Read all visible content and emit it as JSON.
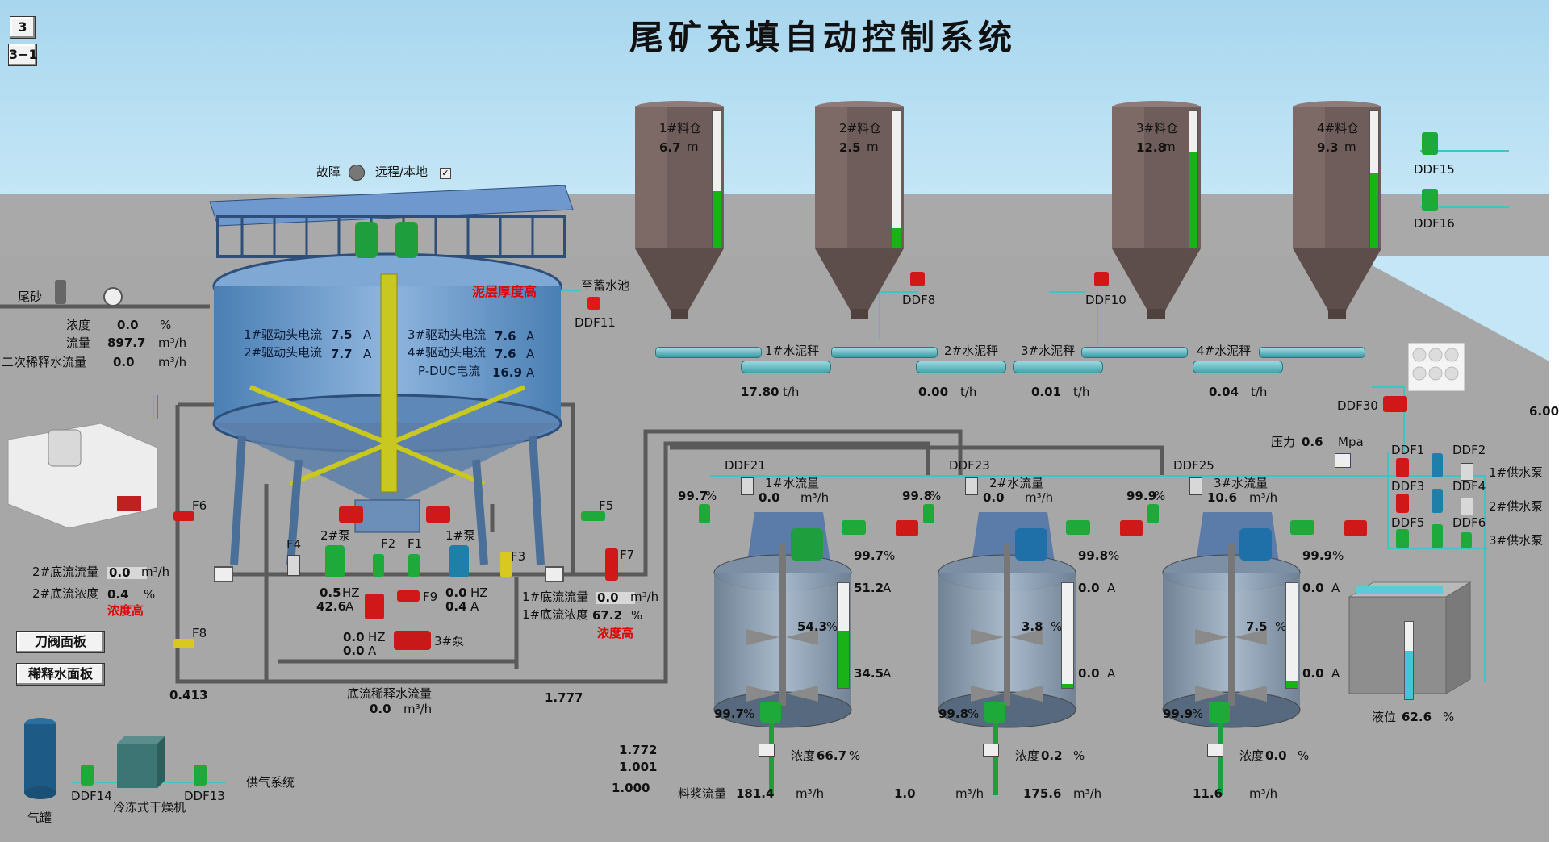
{
  "title": "尾矿充填自动控制系统",
  "nav": {
    "btn_3": "3",
    "btn_3_1": "3−1"
  },
  "panels": {
    "knife_valve": "刀阀面板",
    "dilution": "稀释水面板"
  },
  "thickener": {
    "fault_label": "故障",
    "remote_label": "远程/本地",
    "mud_alarm": "泥层厚度高",
    "drive1_label": "1#驱动头电流",
    "drive1_value": "7.5",
    "drive1_unit": "A",
    "drive2_label": "2#驱动头电流",
    "drive2_value": "7.7",
    "drive2_unit": "A",
    "drive3_label": "3#驱动头电流",
    "drive3_value": "7.6",
    "drive3_unit": "A",
    "drive4_label": "4#驱动头电流",
    "drive4_value": "7.6",
    "drive4_unit": "A",
    "pduc_label": "P-DUC电流",
    "pduc_value": "16.9",
    "pduc_unit": "A",
    "to_pool": "至蓄水池",
    "ddf11": "DDF11"
  },
  "feed": {
    "tailings_label": "尾砂",
    "conc_label": "浓度",
    "conc_value": "0.0",
    "conc_unit": "%",
    "flow_label": "流量",
    "flow_value": "897.7",
    "flow_unit": "m³/h",
    "dilution_label": "二次稀释水流量",
    "dilution_value": "0.0",
    "dilution_unit": "m³/h"
  },
  "underflow": {
    "f6": "F6",
    "f8": "F8",
    "f4": "F4",
    "f2": "F2",
    "f1": "F1",
    "f3": "F3",
    "f5": "F5",
    "f7": "F7",
    "f9": "F9",
    "pump2_label": "2#泵",
    "pump1_label": "1#泵",
    "pump3_label": "3#泵",
    "pump2_hz": "0.5",
    "pump2_a": "42.6",
    "pump1_hz": "0.0",
    "pump1_a": "0.4",
    "pump3_hz": "0.0",
    "pump3_a": "0.0",
    "hz_unit": "HZ",
    "a_unit": "A",
    "uf2_flow_label": "2#底流流量",
    "uf2_flow_value": "0.0",
    "uf2_flow_unit": "m³/h",
    "uf2_conc_label": "2#底流浓度",
    "uf2_conc_value": "0.4",
    "uf2_conc_unit": "%",
    "uf2_alarm": "浓度高",
    "uf1_flow_label": "1#底流流量",
    "uf1_flow_value": "0.0",
    "uf1_flow_unit": "m³/h",
    "uf1_conc_label": "1#底流浓度",
    "uf1_conc_value": "67.2",
    "uf1_conc_unit": "%",
    "uf1_alarm": "浓度高",
    "dil_label": "底流稀释水流量",
    "dil_value": "0.0",
    "dil_unit": "m³/h",
    "v_0413": "0.413",
    "v_1777": "1.777",
    "v_1772": "1.772",
    "v_1001": "1.001",
    "v_1000": "1.000"
  },
  "silos": [
    {
      "name": "1#料仓",
      "value": "6.7",
      "unit": "m",
      "level": 0.42
    },
    {
      "name": "2#料仓",
      "value": "2.5",
      "unit": "m",
      "level": 0.15
    },
    {
      "name": "3#料仓",
      "value": "12.8",
      "unit": "m",
      "level": 0.7
    },
    {
      "name": "4#料仓",
      "value": "9.3",
      "unit": "m",
      "level": 0.55
    }
  ],
  "scales": [
    {
      "name": "1#水泥秤",
      "value": "17.80",
      "unit": "t/h"
    },
    {
      "name": "2#水泥秤",
      "value": "0.00",
      "unit": "t/h"
    },
    {
      "name": "3#水泥秤",
      "value": "0.01",
      "unit": "t/h"
    },
    {
      "name": "4#水泥秤",
      "value": "0.04",
      "unit": "t/h"
    }
  ],
  "valves_top": {
    "ddf8": "DDF8",
    "ddf10": "DDF10",
    "ddf15": "DDF15",
    "ddf16": "DDF16",
    "ddf30": "DDF30",
    "side_value": "6.00"
  },
  "mixers": [
    {
      "ddf": "DDF21",
      "water_label": "1#水流量",
      "water_value": "0.0",
      "water_unit": "m³/h",
      "in_pct": "99.7",
      "out_pct": "99.7",
      "right_pct": "99.7",
      "top_a": "51.2",
      "mid_pct": "54.3",
      "bot_a": "34.5",
      "level": 0.55,
      "conc_label": "浓度",
      "conc_value": "66.7",
      "conc_unit": "%"
    },
    {
      "ddf": "DDF23",
      "water_label": "2#水流量",
      "water_value": "0.0",
      "water_unit": "m³/h",
      "in_pct": "99.8",
      "out_pct": "99.8",
      "right_pct": "99.8",
      "top_a": "0.0",
      "mid_pct": "3.8",
      "bot_a": "0.0",
      "level": 0.04,
      "conc_label": "浓度",
      "conc_value": "0.2",
      "conc_unit": "%"
    },
    {
      "ddf": "DDF25",
      "water_label": "3#水流量",
      "water_value": "10.6",
      "water_unit": "m³/h",
      "in_pct": "99.9",
      "out_pct": "99.9",
      "right_pct": "99.9",
      "top_a": "0.0",
      "mid_pct": "7.5",
      "bot_a": "0.0",
      "level": 0.07,
      "conc_label": "浓度",
      "conc_value": "0.0",
      "conc_unit": "%"
    }
  ],
  "pct_unit": "%",
  "a_unit": "A",
  "slurry": {
    "label": "料浆流量",
    "v1": "181.4",
    "u1": "m³/h",
    "v2": "1.0",
    "u2": "m³/h",
    "v3": "175.6",
    "u3": "m³/h",
    "v4": "11.6",
    "u4": "m³/h"
  },
  "water": {
    "pressure_label": "压力",
    "pressure_value": "0.6",
    "pressure_unit": "Mpa",
    "ddf1": "DDF1",
    "ddf2": "DDF2",
    "ddf3": "DDF3",
    "ddf4": "DDF4",
    "ddf5": "DDF5",
    "ddf6": "DDF6",
    "pump1": "1#供水泵",
    "pump2": "2#供水泵",
    "pump3": "3#供水泵",
    "tank_level_label": "液位",
    "tank_level_value": "62.6",
    "tank_level_unit": "%",
    "tank_level": 0.626
  },
  "air": {
    "tank_label": "气罐",
    "dryer_label": "冷冻式干燥机",
    "ddf14": "DDF14",
    "ddf13": "DDF13",
    "supply_label": "供气系统"
  }
}
